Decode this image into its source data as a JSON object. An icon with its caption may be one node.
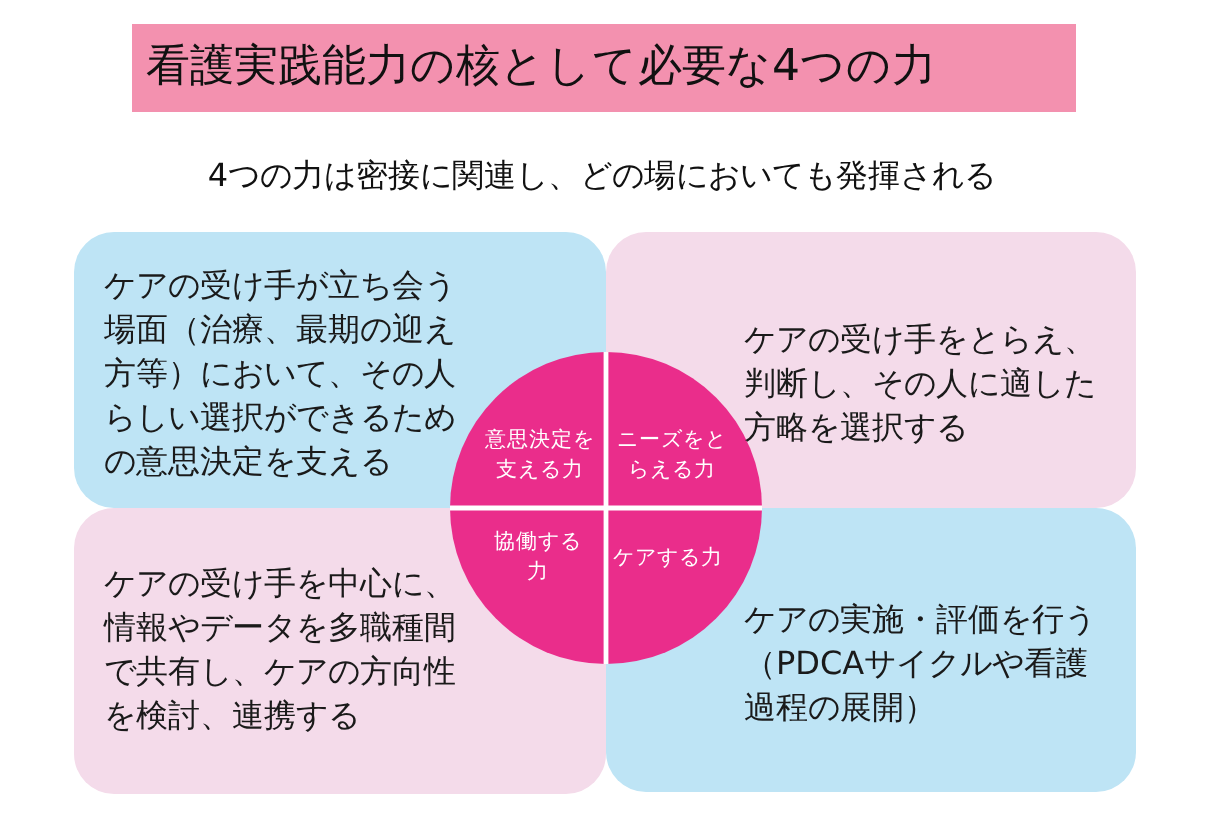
{
  "diagram": {
    "title": "看護実践能力の核として必要な4つの力",
    "nodes": [
      {
        "text": [
          "ケアの受け手が立ち会う場面（治療、最期の迎え方等）において、その人らしい選択ができるための意思決定を支える"
        ]
      },
      {
        "text": [
          "ケアの受け手をとらえ、判断し、その人に適した方略を選択する"
        ]
      },
      {
        "text": [
          "ケアの受け手を中心に、情報やデータを多職種間で共有し、ケアの方向性を検討、連携する"
        ]
      },
      {
        "text": [
          "ケアの実施・評価を行う（PDCAサイクルや看護過程の展開）"
        ]
      },
      {
        "text": [
          "意思決定を支える力"
        ],
        "in": 0
      },
      {
        "text": [
          "ニーズをとらえる力"
        ],
        "in": 1
      },
      {
        "text": [
          "協働する力"
        ],
        "in": 2
      },
      {
        "text": [
          "ケアする力"
        ],
        "in": 3
      }
    ],
    "labels": [
      "4つの力は密接に関連し、どの場においても発揮される"
    ]
  }
}
